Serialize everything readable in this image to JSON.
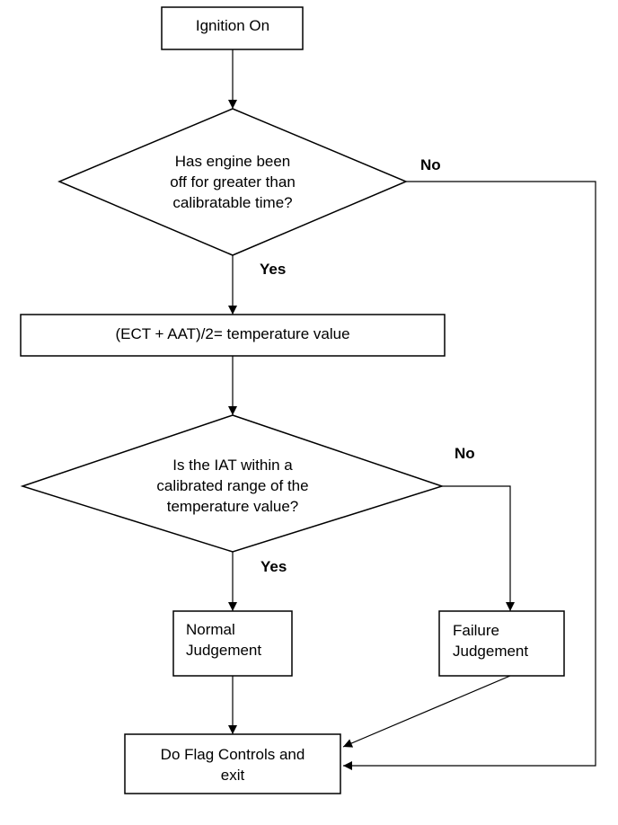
{
  "nodes": {
    "ignition_on": {
      "lines": [
        "Ignition On"
      ]
    },
    "engine_off_decision": {
      "lines": [
        "Has engine been",
        "off for greater than",
        "calibratable time?"
      ]
    },
    "temperature_calc": {
      "lines": [
        "(ECT + AAT)/2= temperature value"
      ]
    },
    "iat_range_decision": {
      "lines": [
        "Is the IAT within a",
        "calibrated range of the",
        "temperature value?"
      ]
    },
    "normal_judgement": {
      "lines": [
        "Normal",
        "Judgement"
      ]
    },
    "failure_judgement": {
      "lines": [
        "Failure",
        "Judgement"
      ]
    },
    "flag_controls": {
      "lines": [
        "Do Flag Controls and",
        "exit"
      ]
    }
  },
  "edge_labels": {
    "engine_off_no": "No",
    "engine_off_yes": "Yes",
    "iat_no": "No",
    "iat_yes": "Yes"
  },
  "colors": {
    "stroke": "#000000",
    "background": "#ffffff"
  }
}
